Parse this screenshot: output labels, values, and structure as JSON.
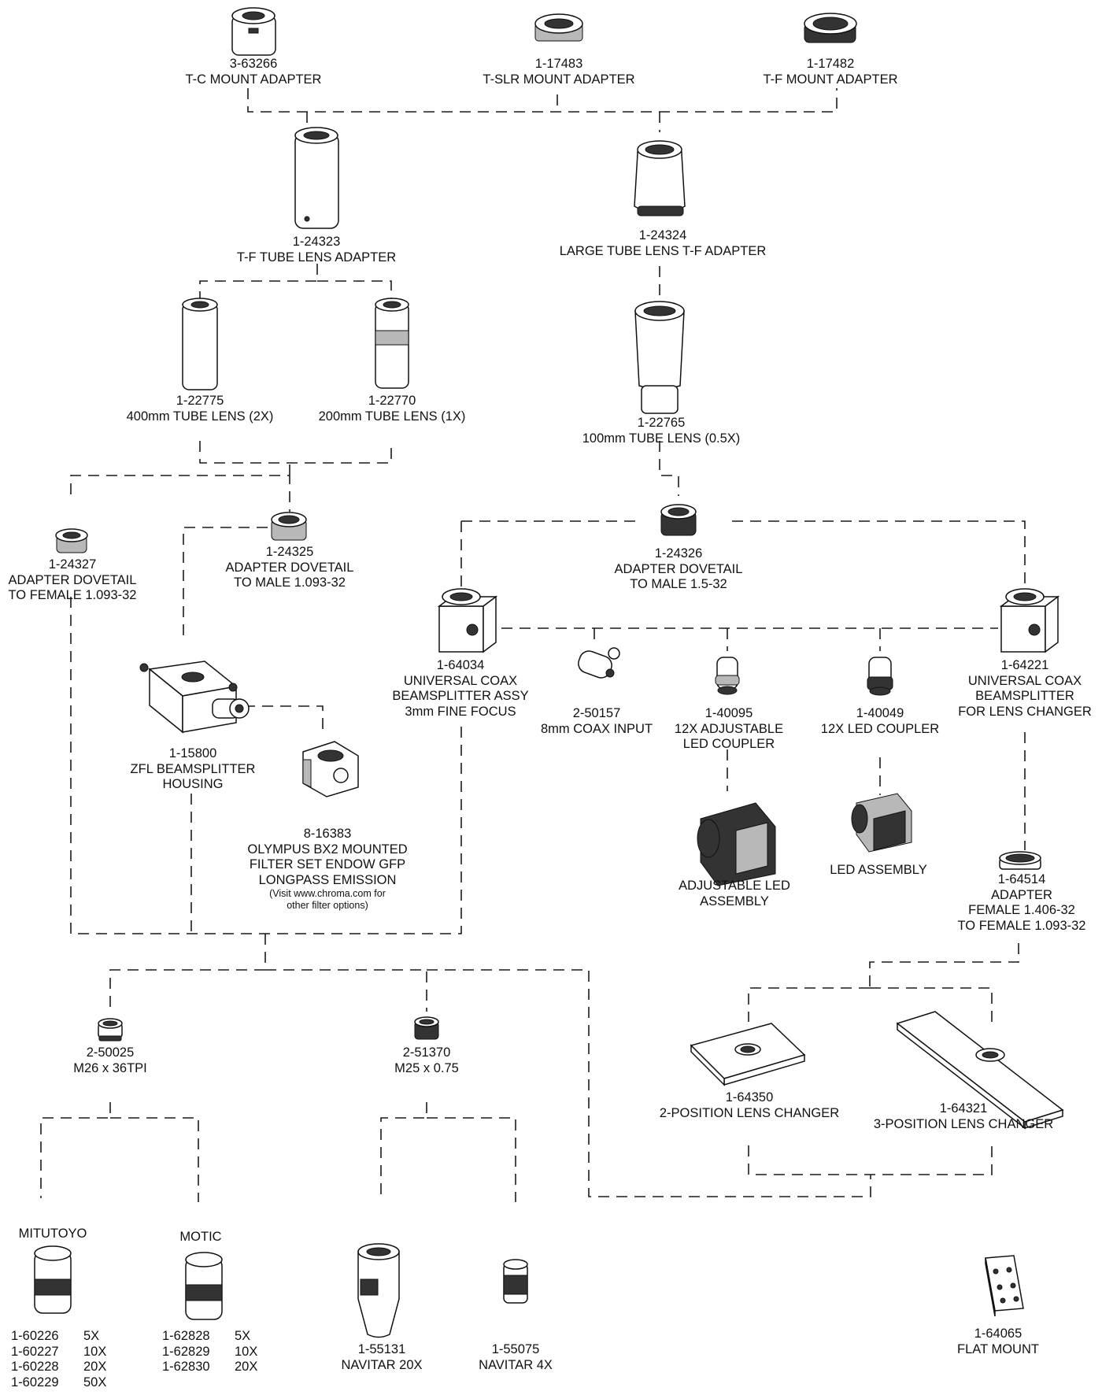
{
  "parts": {
    "p3_63266": {
      "number": "3-63266",
      "desc1": "T-C MOUNT ADAPTER",
      "icon": "t-c-mount-adapter-icon"
    },
    "p1_17483": {
      "number": "1-17483",
      "desc1": "T-SLR MOUNT ADAPTER",
      "icon": "t-slr-mount-adapter-icon"
    },
    "p1_17482": {
      "number": "1-17482",
      "desc1": "T-F MOUNT ADAPTER",
      "icon": "t-f-mount-adapter-icon"
    },
    "p1_24323": {
      "number": "1-24323",
      "desc1": "T-F TUBE LENS ADAPTER",
      "icon": "tube-lens-adapter-icon"
    },
    "p1_24324": {
      "number": "1-24324",
      "desc1": "LARGE TUBE LENS T-F ADAPTER",
      "icon": "large-tube-lens-adapter-icon"
    },
    "p1_22775": {
      "number": "1-22775",
      "desc1": "400mm TUBE LENS (2X)",
      "icon": "tube-lens-icon"
    },
    "p1_22770": {
      "number": "1-22770",
      "desc1": "200mm TUBE LENS (1X)",
      "icon": "tube-lens-icon"
    },
    "p1_22765": {
      "number": "1-22765",
      "desc1": "100mm TUBE LENS (0.5X)",
      "icon": "tube-lens-icon"
    },
    "p1_24327": {
      "number": "1-24327",
      "desc1": "ADAPTER DOVETAIL",
      "desc2": "TO FEMALE 1.093-32",
      "icon": "dovetail-adapter-icon"
    },
    "p1_24325": {
      "number": "1-24325",
      "desc1": "ADAPTER DOVETAIL",
      "desc2": "TO MALE 1.093-32",
      "icon": "dovetail-adapter-icon"
    },
    "p1_24326": {
      "number": "1-24326",
      "desc1": "ADAPTER DOVETAIL",
      "desc2": "TO MALE 1.5-32",
      "icon": "dovetail-adapter-icon"
    },
    "p1_64034": {
      "number": "1-64034",
      "desc1": "UNIVERSAL COAX",
      "desc2": "BEAMSPLITTER ASSY",
      "desc3": "3mm FINE FOCUS",
      "icon": "beamsplitter-icon"
    },
    "p2_50157": {
      "number": "2-50157",
      "desc1": "8mm COAX INPUT",
      "icon": "coax-input-icon"
    },
    "p1_40095": {
      "number": "1-40095",
      "desc1": "12X ADJUSTABLE",
      "desc2": "LED COUPLER",
      "icon": "led-coupler-icon"
    },
    "p1_40049": {
      "number": "1-40049",
      "desc1": "12X LED COUPLER",
      "icon": "led-coupler-icon"
    },
    "p1_64221": {
      "number": "1-64221",
      "desc1": "UNIVERSAL COAX",
      "desc2": "BEAMSPLITTER",
      "desc3": "FOR LENS CHANGER",
      "icon": "beamsplitter-icon"
    },
    "p1_15800": {
      "number": "1-15800",
      "desc1": "ZFL BEAMSPLITTER",
      "desc2": "HOUSING",
      "icon": "zfl-beamsplitter-housing-icon"
    },
    "p8_16383": {
      "number": "8-16383",
      "desc1": "OLYMPUS BX2 MOUNTED",
      "desc2": "FILTER SET ENDOW GFP",
      "desc3": "LONGPASS EMISSION",
      "note1": "(Visit www.chroma.com for",
      "note2": "other filter options)",
      "icon": "filter-set-icon"
    },
    "adj_led": {
      "desc1": "ADJUSTABLE LED",
      "desc2": "ASSEMBLY",
      "icon": "led-assembly-icon"
    },
    "led_assy": {
      "desc1": "LED ASSEMBLY",
      "icon": "led-assembly-icon"
    },
    "p1_64514": {
      "number": "1-64514",
      "desc1": "ADAPTER",
      "desc2": "FEMALE 1.406-32",
      "desc3": "TO FEMALE 1.093-32",
      "icon": "adapter-ring-icon"
    },
    "p2_50025": {
      "number": "2-50025",
      "desc1": "M26 x 36TPI",
      "icon": "thread-adapter-icon"
    },
    "p2_51370": {
      "number": "2-51370",
      "desc1": "M25 x 0.75",
      "icon": "thread-adapter-icon"
    },
    "p1_64350": {
      "number": "1-64350",
      "desc1": "2-POSITION LENS CHANGER",
      "icon": "lens-changer-icon"
    },
    "p1_64321": {
      "number": "1-64321",
      "desc1": "3-POSITION LENS CHANGER",
      "icon": "lens-changer-icon"
    },
    "p1_55131": {
      "number": "1-55131",
      "desc1": "NAVITAR 20X",
      "icon": "objective-icon"
    },
    "p1_55075": {
      "number": "1-55075",
      "desc1": "NAVITAR 4X",
      "icon": "objective-icon"
    },
    "p1_64065": {
      "number": "1-64065",
      "desc1": "FLAT MOUNT",
      "icon": "flat-mount-icon"
    }
  },
  "objectives": {
    "mitutoyo": {
      "header": "MITUTOYO",
      "rows": [
        {
          "part": "1-60226",
          "mag": "5X"
        },
        {
          "part": "1-60227",
          "mag": "10X"
        },
        {
          "part": "1-60228",
          "mag": "20X"
        },
        {
          "part": "1-60229",
          "mag": "50X"
        }
      ]
    },
    "motic": {
      "header": "MOTIC",
      "rows": [
        {
          "part": "1-62828",
          "mag": "5X"
        },
        {
          "part": "1-62829",
          "mag": "10X"
        },
        {
          "part": "1-62830",
          "mag": "20X"
        }
      ]
    }
  }
}
